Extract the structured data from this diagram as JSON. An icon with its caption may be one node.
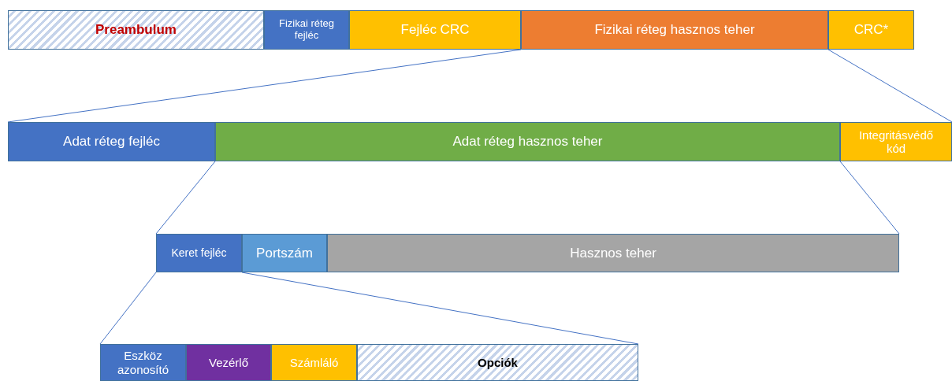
{
  "diagram": {
    "nodes": [
      {
        "text": [
          "Preambulum"
        ]
      },
      {
        "text": [
          "Fizikai réteg fejléc"
        ]
      },
      {
        "text": [
          "Fejléc CRC"
        ]
      },
      {
        "text": [
          "Fizikai réteg hasznos teher"
        ]
      },
      {
        "text": [
          "CRC*"
        ]
      },
      {
        "text": [
          "Adat réteg fejléc"
        ]
      },
      {
        "text": [
          "Adat réteg hasznos teher"
        ]
      },
      {
        "text": [
          "Integritásvédő kód"
        ]
      },
      {
        "text": [
          "Keret fejléc"
        ]
      },
      {
        "text": [
          "Portszám"
        ]
      },
      {
        "text": [
          "Hasznos teher"
        ]
      },
      {
        "text": [
          "Eszköz azonosító"
        ]
      },
      {
        "text": [
          "Vezérlő"
        ]
      },
      {
        "text": [
          "Számláló"
        ]
      },
      {
        "text": [
          "Opciók"
        ]
      }
    ],
    "edges": [
      {
        "from": 3,
        "to": 5,
        "arrow": "none"
      },
      {
        "from": 3,
        "to": 7,
        "arrow": "none"
      },
      {
        "from": 6,
        "to": 8,
        "arrow": "none"
      },
      {
        "from": 6,
        "to": 10,
        "arrow": "none"
      },
      {
        "from": 8,
        "to": 11,
        "arrow": "none"
      },
      {
        "from": 8,
        "to": 14,
        "arrow": "none"
      }
    ]
  }
}
